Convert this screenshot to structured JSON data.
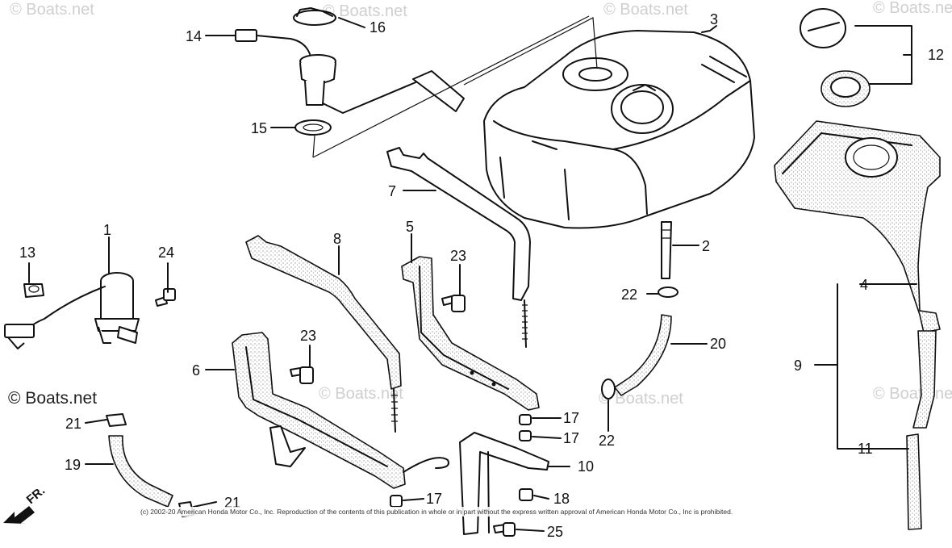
{
  "watermarks": {
    "faint": "© Boats.net",
    "main": "© Boats.net"
  },
  "copyright": "(c) 2002-20 American Honda Motor Co., Inc. Reproduction of the contents of this publication in whole or in part without the express written approval of American Honda Motor Co., Inc is prohibited.",
  "direction_label": "FR.",
  "callouts": {
    "c1": "1",
    "c2": "2",
    "c3": "3",
    "c4": "4",
    "c5": "5",
    "c6": "6",
    "c7": "7",
    "c8": "8",
    "c9": "9",
    "c10": "10",
    "c11": "11",
    "c12": "12",
    "c13": "13",
    "c14": "14",
    "c15": "15",
    "c16": "16",
    "c17a": "17",
    "c17b": "17",
    "c17c": "17",
    "c18": "18",
    "c19": "19",
    "c20": "20",
    "c21a": "21",
    "c21b": "21",
    "c22a": "22",
    "c22b": "22",
    "c23a": "23",
    "c23b": "23",
    "c24": "24",
    "c25": "25"
  }
}
